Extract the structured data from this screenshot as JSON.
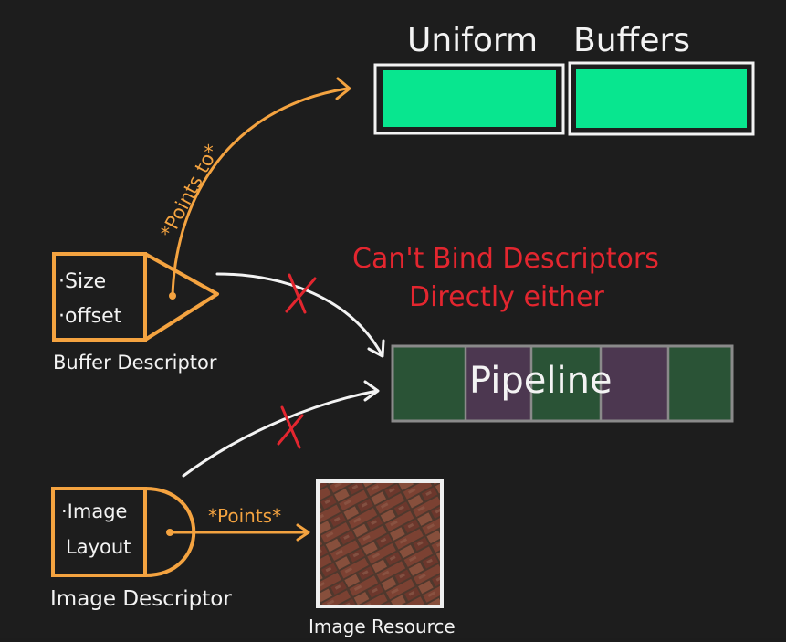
{
  "colors": {
    "background": "#1d1d1d",
    "ink_white": "#f3f3f3",
    "ink_orange": "#f4a340",
    "ink_red": "#e3262f",
    "uniform_green": "#08e68f",
    "pipeline_green": "#2a5336",
    "pipeline_purple": "#4c3750",
    "pipeline_border": "#8a8a8a"
  },
  "uniform_buffers": {
    "title_left": "Uniform",
    "title_right": "Buffers",
    "count": 2
  },
  "buffer_descriptor": {
    "fields": [
      "·Size",
      "·offset"
    ],
    "caption": "Buffer Descriptor",
    "arrow_label": "*Points to*"
  },
  "image_descriptor": {
    "fields": [
      "·Image",
      "Layout"
    ],
    "caption": "Image Descriptor",
    "arrow_label": "*Points*"
  },
  "pipeline": {
    "label": "Pipeline",
    "segments": [
      "green",
      "purple",
      "green",
      "purple",
      "green"
    ]
  },
  "note": {
    "line1": "Can't Bind Descriptors",
    "line2": "Directly either"
  },
  "image_resource": {
    "caption": "Image Resource",
    "texture": "brick-wall"
  }
}
